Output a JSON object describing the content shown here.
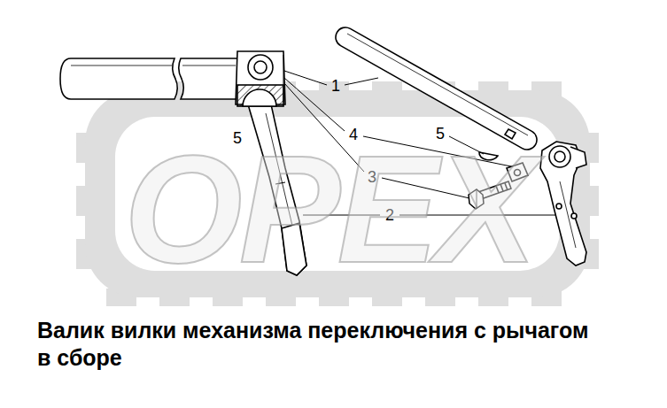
{
  "diagram": {
    "caption": "Валик вилки механизма переключения с рычагом в сборе",
    "labels": [
      "1",
      "5",
      "4",
      "5",
      "3",
      "2",
      "OPEX"
    ]
  }
}
